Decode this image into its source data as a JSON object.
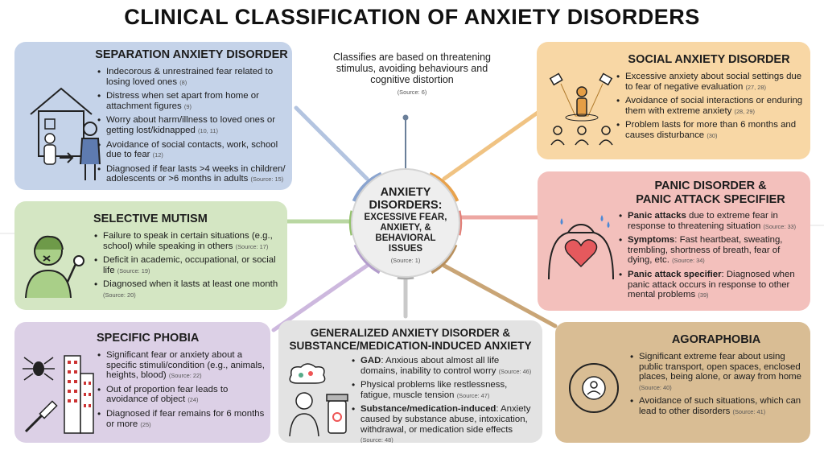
{
  "title": "CLINICAL CLASSIFICATION OF ANXIETY DISORDERS",
  "note": {
    "text": "Classifies are based on threatening stimulus, avoiding behaviours and cognitive distortion",
    "source": "(Source: 6)"
  },
  "center": {
    "heading": "ANXIETY DISORDERS:",
    "subheading": "EXCESSIVE FEAR, ANXIETY, & BEHAVIORAL ISSUES",
    "source": "(Source: 1)"
  },
  "cards": {
    "separation": {
      "title": "SEPARATION ANXIETY DISORDER",
      "color": "#c5d3e9",
      "items": [
        {
          "text": "Indecorous & unrestrained fear related to losing loved ones",
          "src": "(8)"
        },
        {
          "text": "Distress when set apart from home or attachment figures",
          "src": "(9)"
        },
        {
          "text": "Worry about harm/illness to loved ones or getting lost/kidnapped",
          "src": "(10, 11)"
        },
        {
          "text": "Avoidance of social contacts, work, school due to fear",
          "src": "(12)"
        },
        {
          "text": "Diagnosed if fear lasts >4 weeks in children/ adolescents or >6 months in adults",
          "src": "(Source: 15)"
        }
      ]
    },
    "social": {
      "title": "SOCIAL ANXIETY DISORDER",
      "color": "#f8d7a5",
      "items": [
        {
          "text": "Excessive anxiety about social settings due to fear of negative evaluation",
          "src": "(27, 28)"
        },
        {
          "text": "Avoidance of social interactions or enduring them with extreme anxiety",
          "src": "(28, 29)"
        },
        {
          "text": "Problem lasts for more than 6 months and causes disturbance",
          "src": "(30)"
        }
      ]
    },
    "mutism": {
      "title": "SELECTIVE MUTISM",
      "color": "#d4e6c3",
      "items": [
        {
          "text": "Failure to speak in certain situations (e.g., school) while speaking in others",
          "src": "(Source: 17)"
        },
        {
          "text": "Deficit in academic, occupational, or social life",
          "src": "(Source: 19)"
        },
        {
          "text": "Diagnosed when it lasts at least one month",
          "src": "(Source: 20)"
        }
      ]
    },
    "panic": {
      "title": "PANIC DISORDER &",
      "title2": "PANIC ATTACK SPECIFIER",
      "color": "#f3c0bc",
      "items": [
        {
          "bold": "Panic attacks",
          "text": " due to extreme fear in response to threatening situation",
          "src": "(Source: 33)"
        },
        {
          "bold": "Symptoms",
          "text": ": Fast heartbeat, sweating, trembling, shortness of breath, fear of dying, etc.",
          "src": "(Source: 34)"
        },
        {
          "bold": "Panic attack specifier",
          "text": ": Diagnosed when panic attack occurs in response to other mental problems",
          "src": "(39)"
        }
      ]
    },
    "phobia": {
      "title": "SPECIFIC PHOBIA",
      "color": "#dcd0e6",
      "items": [
        {
          "text": "Significant fear or anxiety about a specific stimuli/condition (e.g., animals, heights, blood)",
          "src": "(Source: 22)"
        },
        {
          "text": "Out of proportion fear leads to avoidance of object",
          "src": "(24)"
        },
        {
          "text": "Diagnosed if fear remains for 6 months or more",
          "src": "(25)"
        }
      ]
    },
    "gad": {
      "title": "GENERALIZED ANXIETY DISORDER &",
      "title2": "SUBSTANCE/MEDICATION-INDUCED ANXIETY",
      "color": "#e3e3e3",
      "items": [
        {
          "bold": "GAD",
          "text": ": Anxious about almost all life domains, inability to control worry",
          "src": "(Source: 46)"
        },
        {
          "text": "Physical problems like restlessness, fatigue, muscle tension",
          "src": "(Source: 47)"
        },
        {
          "bold": "Substance/medication-induced",
          "text": ": Anxiety caused by substance abuse, intoxication, withdrawal, or medication side effects",
          "src": "(Source: 48)"
        }
      ]
    },
    "agora": {
      "title": "AGORAPHOBIA",
      "color": "#d9bd94",
      "items": [
        {
          "text": "Significant extreme fear about using public transport, open spaces, enclosed places, being alone, or away from home",
          "src": "(Source: 40)"
        },
        {
          "text": "Avoidance of such situations, which can lead to other disorders",
          "src": "(Source: 41)"
        }
      ]
    }
  }
}
